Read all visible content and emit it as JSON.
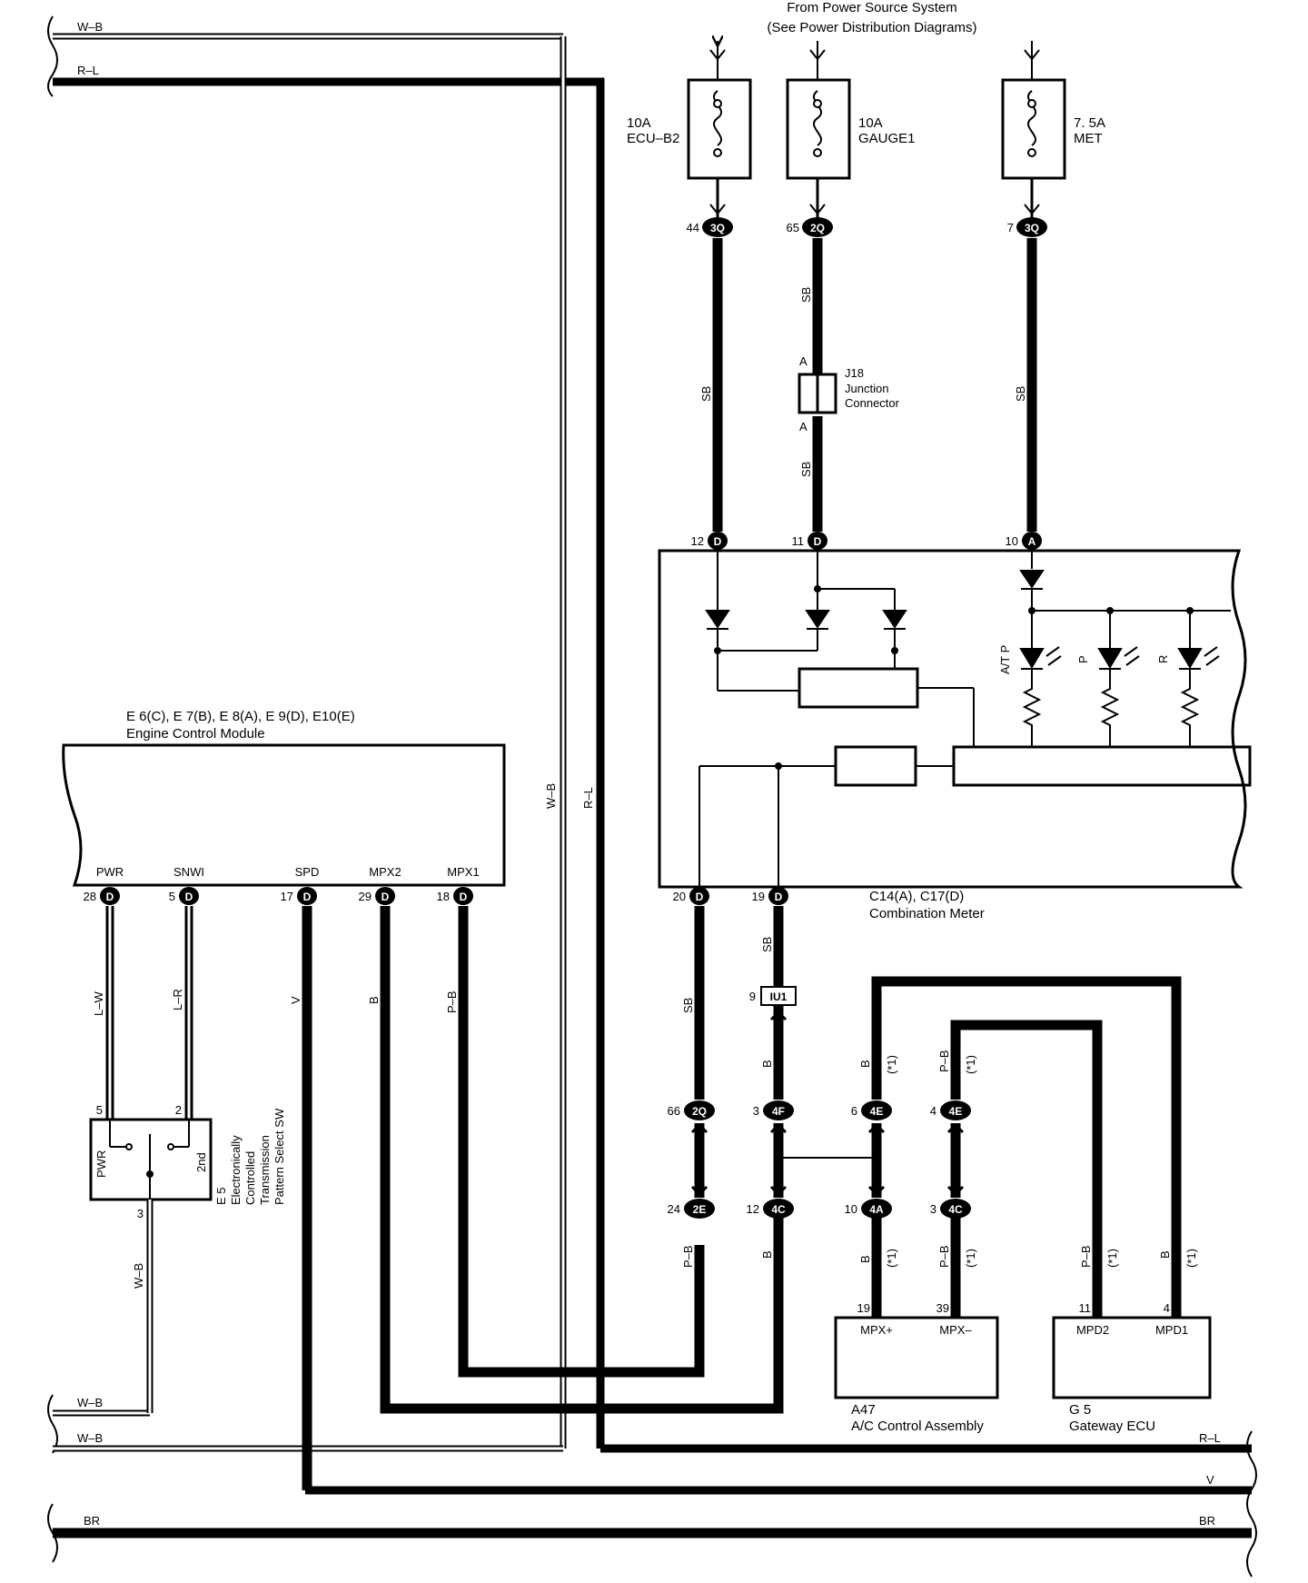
{
  "header": {
    "line1": "From Power Source System",
    "line2": "(See Power Distribution Diagrams)"
  },
  "fuses": [
    {
      "amp": "10A",
      "name": "ECU–B2"
    },
    {
      "amp": "10A",
      "name": "GAUGE1"
    },
    {
      "amp": "7. 5A",
      "name": "MET"
    }
  ],
  "fuse_connectors": [
    {
      "pin": "44",
      "label": "3Q"
    },
    {
      "pin": "65",
      "label": "2Q"
    },
    {
      "pin": "7",
      "label": "3Q"
    }
  ],
  "junction": {
    "id": "J18",
    "line1": "Junction",
    "line2": "Connector",
    "pin_top": "A",
    "pin_bottom": "A"
  },
  "meter": {
    "id": "C14(A), C17(D)",
    "name": "Combination Meter",
    "top_pins": [
      {
        "pin": "12",
        "label": "D"
      },
      {
        "pin": "11",
        "label": "D"
      },
      {
        "pin": "10",
        "label": "A"
      }
    ],
    "bottom_pins": [
      {
        "pin": "20",
        "label": "D"
      },
      {
        "pin": "19",
        "label": "D"
      }
    ],
    "lamps": [
      "A/T P",
      "P",
      "R"
    ]
  },
  "ecm": {
    "id": "E 6(C), E 7(B), E 8(A), E 9(D), E10(E)",
    "name": "Engine Control Module",
    "terminals": [
      {
        "name": "PWR",
        "pin": "28",
        "label": "D",
        "wire": "L–W"
      },
      {
        "name": "SNWI",
        "pin": "5",
        "label": "D",
        "wire": "L–R"
      },
      {
        "name": "SPD",
        "pin": "17",
        "label": "D",
        "wire": "V"
      },
      {
        "name": "MPX2",
        "pin": "29",
        "label": "D",
        "wire": "B"
      },
      {
        "name": "MPX1",
        "pin": "18",
        "label": "D",
        "wire": "P–B"
      }
    ]
  },
  "switch": {
    "id": "E 5",
    "line1": "Electronically",
    "line2": "Controlled",
    "line3": "Transmission",
    "line4": "Pattern Select SW",
    "pin_pwr": "5",
    "pin_2nd": "2",
    "pin_out": "3",
    "label_pwr": "PWR",
    "label_2nd": "2nd",
    "out_wire": "W–B"
  },
  "inline_connectors": [
    {
      "pin": "66",
      "label": "2Q"
    },
    {
      "pin": "24",
      "label": "2E"
    },
    {
      "pin": "9",
      "label": "IU1"
    },
    {
      "pin": "3",
      "label": "4F"
    },
    {
      "pin": "12",
      "label": "4C"
    },
    {
      "pin": "6",
      "label": "4E"
    },
    {
      "pin": "10",
      "label": "4A"
    },
    {
      "pin": "4",
      "label": "4E"
    },
    {
      "pin": "3",
      "label": "4C"
    }
  ],
  "ac": {
    "id": "A47",
    "name": "A/C Control Assembly",
    "terminals": [
      {
        "name": "MPX+",
        "pin": "19"
      },
      {
        "name": "MPX–",
        "pin": "39"
      }
    ]
  },
  "gateway": {
    "id": "G 5",
    "name": "Gateway ECU",
    "terminals": [
      {
        "name": "MPD2",
        "pin": "11"
      },
      {
        "name": "MPD1",
        "pin": "4"
      }
    ]
  },
  "wire_colors": {
    "sb": "SB",
    "b": "B",
    "pb": "P–B",
    "wb": "W–B",
    "rl": "R–L",
    "v": "V",
    "br": "BR",
    "note": "(*1)"
  },
  "bus": [
    {
      "label": "W–B"
    },
    {
      "label": "R–L"
    },
    {
      "label": "W–B"
    },
    {
      "label": "W–B"
    },
    {
      "label": "R–L"
    },
    {
      "label": "V"
    },
    {
      "label": "BR"
    },
    {
      "label": "BR"
    }
  ]
}
